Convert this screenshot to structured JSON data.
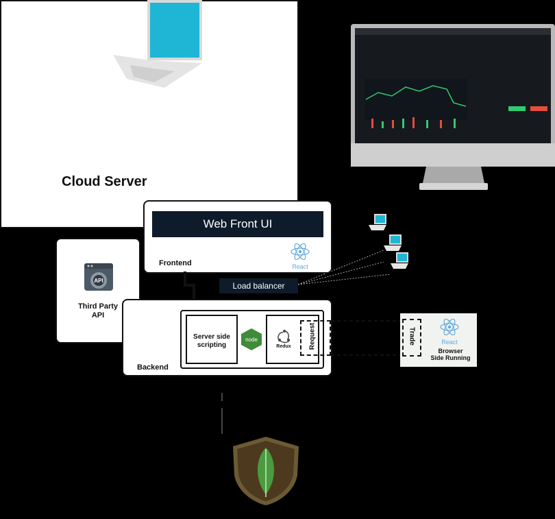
{
  "cloud_server": {
    "title": "Cloud Server"
  },
  "frontend": {
    "web_ui_label": "Web Front UI",
    "label": "Frontend",
    "react_caption": "React"
  },
  "load_balancer": {
    "label": "Load balancer"
  },
  "third_party": {
    "label_line1": "Third Party",
    "label_line2": "API",
    "icon_text": "API"
  },
  "backend": {
    "label": "Backend",
    "server_side_line1": "Server side",
    "server_side_line2": "scripting",
    "node_caption": "node",
    "redux_caption": "Redux",
    "request_label": "Request"
  },
  "browser": {
    "trade_label": "Trade",
    "react_caption": "React",
    "label_line1": "Browser",
    "label_line2": "Side Running"
  },
  "colors": {
    "dark_panel": "#0d1b2a",
    "react_blue": "#61a8d9",
    "node_green": "#3f8b3a",
    "mongo_green": "#4a9b3f",
    "shield_brown": "#4d3a1e"
  }
}
